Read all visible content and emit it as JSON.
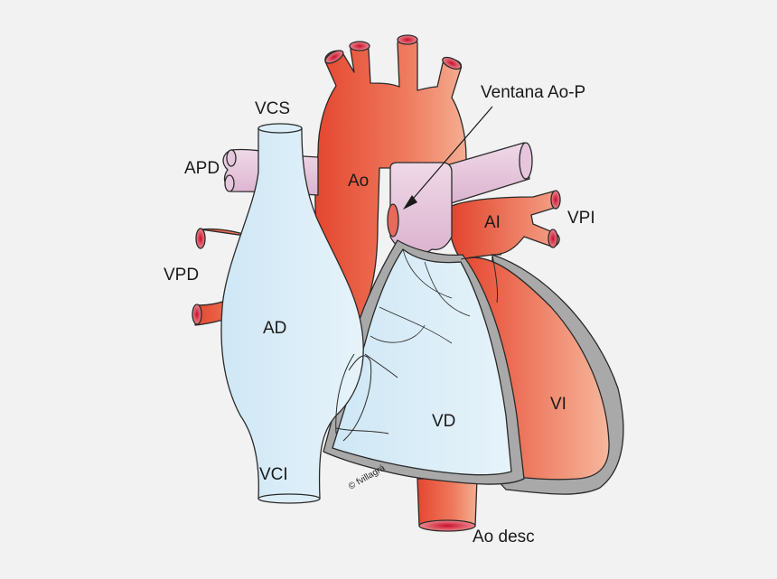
{
  "labels": {
    "vcs": "VCS",
    "apd": "APD",
    "vpd": "VPD",
    "ad": "AD",
    "vci": "VCI",
    "ao": "Ao",
    "ventana": "Ventana Ao-P",
    "ai": "AI",
    "vpi": "VPI",
    "vd": "VD",
    "vi": "VI",
    "ao_desc": "Ao desc"
  },
  "copyright": "© fvillagrá",
  "colors": {
    "background": "#f2f2f2",
    "artery_red": "#e8533a",
    "artery_light": "#f4a385",
    "vein_blue": "#d8ecf7",
    "pulmonary_pink": "#e6c6dc",
    "myocardium_gray": "#a9a9a9"
  }
}
